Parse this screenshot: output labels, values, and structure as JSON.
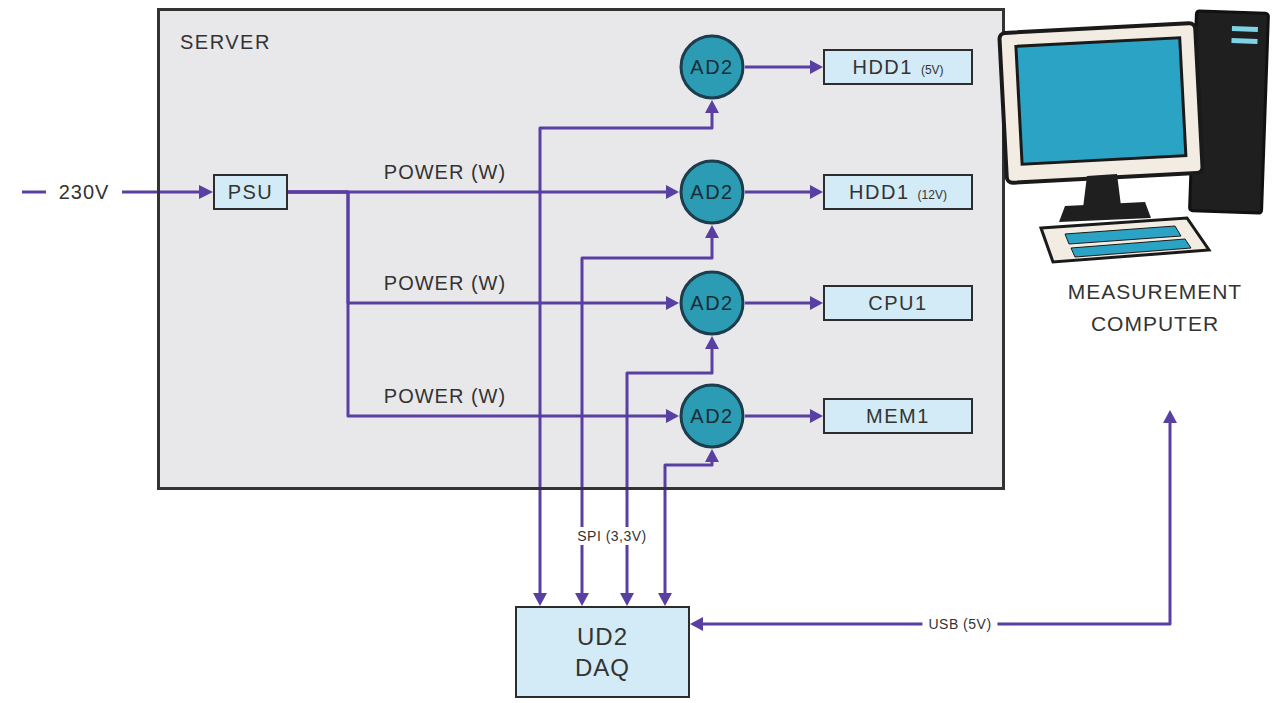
{
  "diagram": {
    "nodes": [
      {
        "text": [
          "SERVER"
        ]
      },
      {
        "text": [
          "PSU"
        ],
        "in": 0
      },
      {
        "text": [
          "AD2"
        ],
        "in": 0
      },
      {
        "text": [
          "AD2"
        ],
        "in": 0
      },
      {
        "text": [
          "AD2"
        ],
        "in": 0
      },
      {
        "text": [
          "AD2"
        ],
        "in": 0
      },
      {
        "text": [
          "HDD1",
          "(5V)"
        ],
        "in": 0
      },
      {
        "text": [
          "HDD1",
          "(12V)"
        ],
        "in": 0
      },
      {
        "text": [
          "CPU1"
        ],
        "in": 0
      },
      {
        "text": [
          "MEM1"
        ],
        "in": 0
      },
      {
        "text": [
          "UD2 DAQ"
        ]
      },
      {
        "text": [
          "MEASUREMENT COMPUTER"
        ]
      }
    ],
    "edges": [
      {
        "from": 1,
        "to": 3,
        "arrow": "to",
        "label": "POWER (W)"
      },
      {
        "from": 1,
        "to": 4,
        "arrow": "to",
        "label": "POWER (W)"
      },
      {
        "from": 1,
        "to": 5,
        "arrow": "to",
        "label": "POWER (W)"
      },
      {
        "from": 2,
        "to": 6,
        "arrow": "to"
      },
      {
        "from": 3,
        "to": 7,
        "arrow": "to"
      },
      {
        "from": 4,
        "to": 8,
        "arrow": "to"
      },
      {
        "from": 5,
        "to": 9,
        "arrow": "to"
      },
      {
        "from": 2,
        "to": 10,
        "arrow": "both"
      },
      {
        "from": 3,
        "to": 10,
        "arrow": "both"
      },
      {
        "from": 4,
        "to": 10,
        "arrow": "both"
      },
      {
        "from": 5,
        "to": 10,
        "arrow": "both"
      },
      {
        "from": 10,
        "to": 11,
        "arrow": "both",
        "label": "USB (5V)"
      }
    ],
    "labels": [
      "230V",
      "SPI (3,3V)"
    ]
  }
}
